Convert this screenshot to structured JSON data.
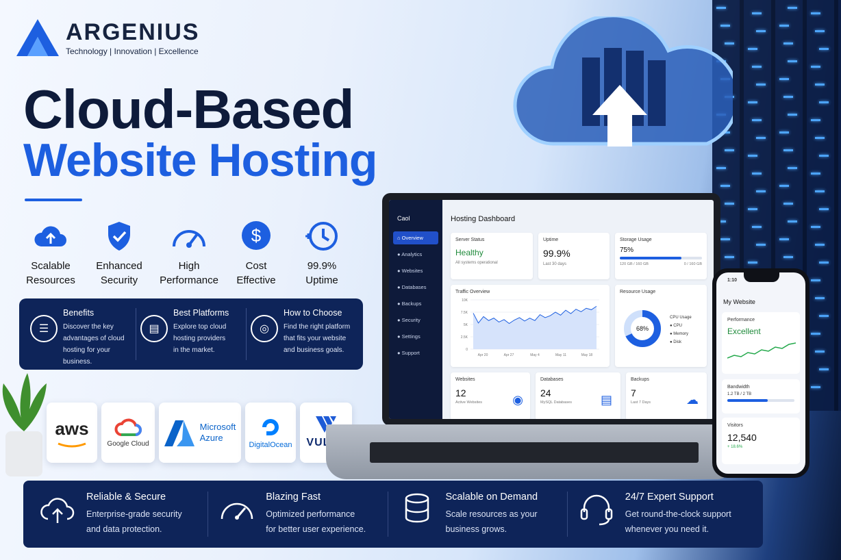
{
  "brand": {
    "name": "ARGENIUS",
    "tagline": "Technology | Innovation | Excellence"
  },
  "hero": {
    "line1": "Cloud-Based",
    "line2": "Website Hosting"
  },
  "features": [
    {
      "icon": "cloud-upload-icon",
      "label1": "Scalable",
      "label2": "Resources"
    },
    {
      "icon": "shield-check-icon",
      "label1": "Enhanced",
      "label2": "Security"
    },
    {
      "icon": "speedometer-icon",
      "label1": "High",
      "label2": "Performance"
    },
    {
      "icon": "dollar-icon",
      "label1": "Cost",
      "label2": "Effective"
    },
    {
      "icon": "clock-icon",
      "label1": "99.9%",
      "label2": "Uptime"
    }
  ],
  "benefits": [
    {
      "icon": "clipboard-icon",
      "title": "Benefits",
      "desc1": "Discover the key",
      "desc2": "advantages of cloud",
      "desc3": "hosting for your business."
    },
    {
      "icon": "server-icon",
      "title": "Best Platforms",
      "desc1": "Explore top cloud",
      "desc2": "hosting providers",
      "desc3": "in the market."
    },
    {
      "icon": "target-icon",
      "title": "How to Choose",
      "desc1": "Find the right platform",
      "desc2": "that fits your website",
      "desc3": "and business goals."
    }
  ],
  "providers": [
    "aws",
    "Google Cloud",
    "Microsoft",
    "Azure",
    "DigitalOcean",
    "VULTR"
  ],
  "dashboard": {
    "logo": "Caol",
    "nav": [
      "Overview",
      "Analytics",
      "Websites",
      "Databases",
      "Backups",
      "Security",
      "Settings",
      "Support"
    ],
    "title": "Hosting Dashboard",
    "server_status": {
      "label": "Server Status",
      "value": "Healthy",
      "sub": "All systems operational"
    },
    "uptime": {
      "label": "Uptime",
      "value": "99.9%",
      "sub": "Last 30 days"
    },
    "storage": {
      "label": "Storage Usage",
      "value": "75%",
      "sub": "120 GB / 160 GB",
      "max": "0 / 160 GB"
    },
    "traffic": {
      "label": "Traffic Overview"
    },
    "resource": {
      "label": "Resource Usage",
      "value": "68%",
      "legend_title": "CPU Usage",
      "legend": [
        "CPU",
        "Memory",
        "Disk"
      ]
    },
    "websites": {
      "label": "Websites",
      "value": "12",
      "sub": "Active Websites"
    },
    "databases": {
      "label": "Databases",
      "value": "24",
      "sub": "MySQL Databases"
    },
    "backups": {
      "label": "Backups",
      "value": "7",
      "sub": "Last 7 Days"
    }
  },
  "chart_data": {
    "type": "line",
    "title": "Traffic Overview",
    "x": [
      "Apr 20",
      "Apr 27",
      "May 4",
      "May 11",
      "May 18"
    ],
    "ytick_labels": [
      "0",
      "2.5K",
      "5K",
      "7.5K",
      "10K"
    ],
    "ylim": [
      0,
      10000
    ],
    "series": [
      {
        "values": [
          7300,
          5300,
          6600,
          5800,
          6300,
          5500,
          6000,
          5200,
          5900,
          6400,
          5700,
          6300,
          5800,
          7000,
          6400,
          6800,
          7500,
          6900,
          7900,
          7200,
          8100,
          7600,
          8300,
          8000,
          8700
        ]
      }
    ]
  },
  "phone": {
    "time": "1:10",
    "title": "My Website",
    "perf_label": "Performance",
    "perf_value": "Excellent",
    "bandwidth_label": "Bandwidth",
    "bandwidth_value": "1.2 TB / 2 TB",
    "bandwidth_fraction": 0.6,
    "visitors_label": "Visitors",
    "visitors_value": "12,540",
    "visitors_change": "+ 18.6%"
  },
  "bottom": [
    {
      "icon": "cloud-upload-icon",
      "title": "Reliable & Secure",
      "d1": "Enterprise-grade security",
      "d2": "and data protection."
    },
    {
      "icon": "speedometer-icon",
      "title": "Blazing Fast",
      "d1": "Optimized performance",
      "d2": "for better user experience."
    },
    {
      "icon": "database-icon",
      "title": "Scalable on Demand",
      "d1": "Scale resources as your",
      "d2": "business grows."
    },
    {
      "icon": "headset-icon",
      "title": "24/7 Expert Support",
      "d1": "Get round-the-clock support",
      "d2": "whenever you need it."
    }
  ],
  "colors": {
    "navy": "#0e2459",
    "accent": "#1d5fe0",
    "dark": "#0e1b3a",
    "success": "#1f8a3b"
  }
}
